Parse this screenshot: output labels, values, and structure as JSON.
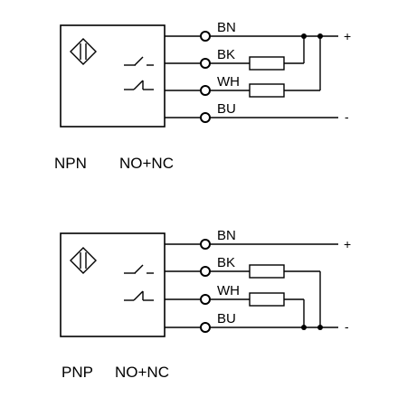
{
  "diagrams": [
    {
      "caption_type": "NPN",
      "caption_mode": "NO+NC",
      "wires": [
        "BN",
        "BK",
        "WH",
        "BU"
      ],
      "supply_top": "+",
      "supply_bottom": "-"
    },
    {
      "caption_type": "PNP",
      "caption_mode": "NO+NC",
      "wires": [
        "BN",
        "BK",
        "WH",
        "BU"
      ],
      "supply_top": "+",
      "supply_bottom": "-"
    }
  ]
}
